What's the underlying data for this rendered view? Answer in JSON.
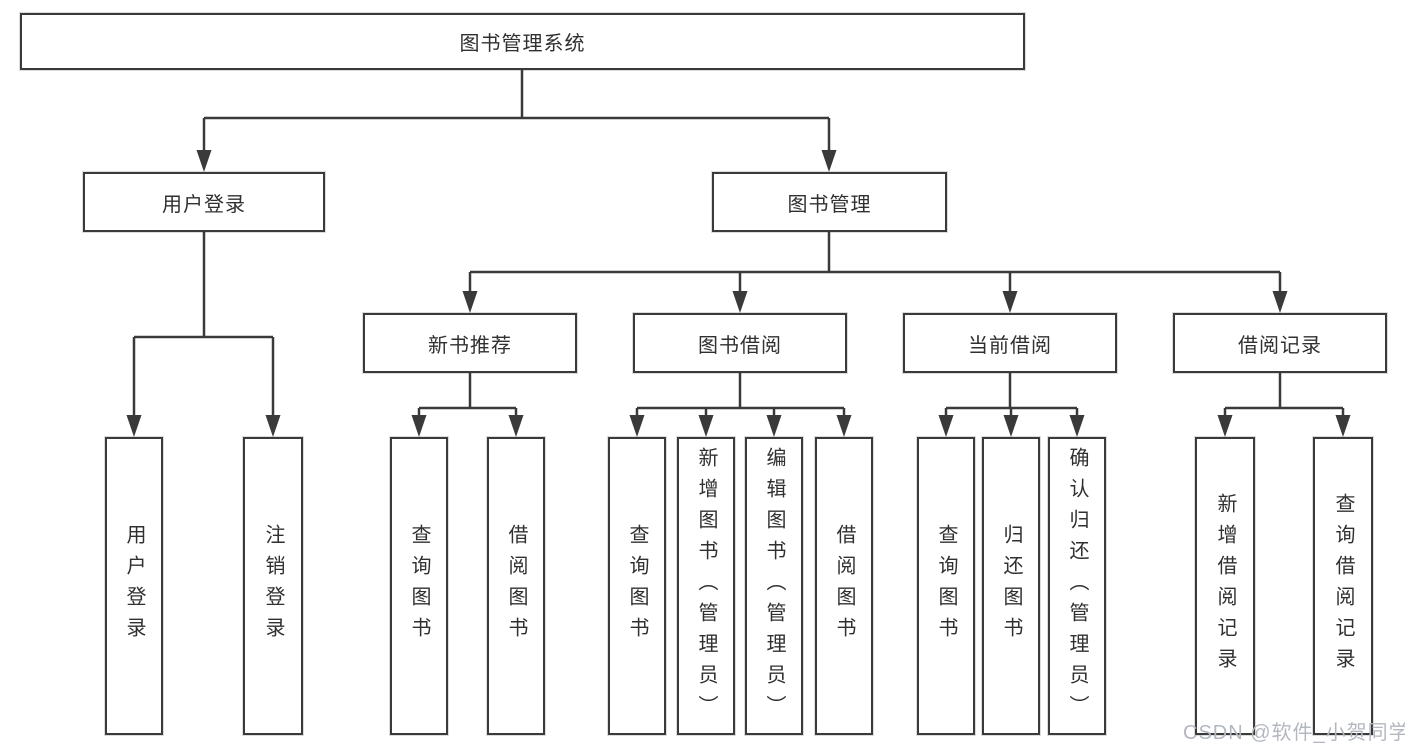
{
  "diagram": {
    "root": "图书管理系统",
    "branches": [
      {
        "label": "用户登录",
        "children": [
          "用户登录",
          "注销登录"
        ]
      },
      {
        "label": "图书管理",
        "groups": [
          {
            "label": "新书推荐",
            "children": [
              "查询图书",
              "借阅图书"
            ]
          },
          {
            "label": "图书借阅",
            "children": [
              "查询图书",
              "新增图书（管理员）",
              "编辑图书（管理员）",
              "借阅图书"
            ]
          },
          {
            "label": "当前借阅",
            "children": [
              "查询图书",
              "归还图书",
              "确认归还（管理员）"
            ]
          },
          {
            "label": "借阅记录",
            "children": [
              "新增借阅记录",
              "查询借阅记录"
            ]
          }
        ]
      }
    ]
  },
  "watermark": {
    "text": "CSDN @软件_小贺同学"
  },
  "colors": {
    "line": "#3a3a3a",
    "text": "#303030",
    "watermark": "#b3b8c0",
    "background": "#ffffff"
  }
}
